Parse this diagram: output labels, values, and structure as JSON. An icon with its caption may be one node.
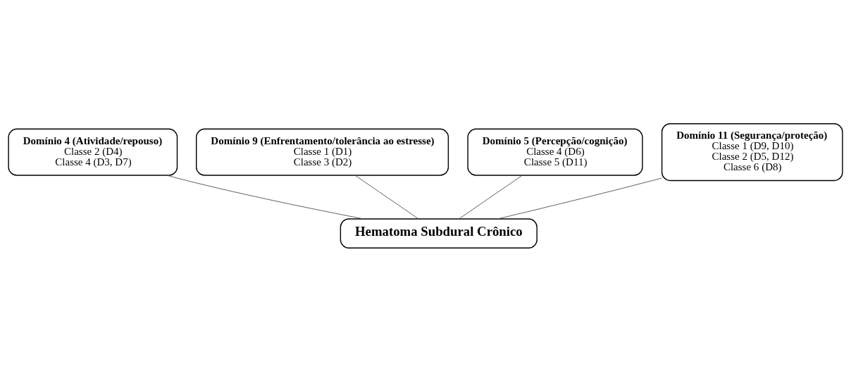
{
  "diagram": {
    "nodes": [
      {
        "text": [
          "Domínio 4 (Atividade/repouso)",
          "Classe 2 (D4)",
          "Classe 4 (D3, D7)"
        ]
      },
      {
        "text": [
          "Domínio 9 (Enfrentamento/tolerância ao estresse)",
          "Classe 1 (D1)",
          "Classe 3 (D2)"
        ]
      },
      {
        "text": [
          "Domínio 5 (Percepção/cognição)",
          "Classe 4 (D6)",
          "Classe 5 (D11)"
        ]
      },
      {
        "text": [
          "Domínio 11 (Segurança/proteção)",
          "Classe 1 (D9, D10)",
          "Classe 2 (D5, D12)",
          "Classe 6 (D8)"
        ]
      },
      {
        "text": [
          "Hematoma Subdural Crônico"
        ]
      }
    ],
    "edges": [
      {
        "from": 0,
        "to": 4,
        "arrow": "none"
      },
      {
        "from": 1,
        "to": 4,
        "arrow": "none"
      },
      {
        "from": 2,
        "to": 4,
        "arrow": "none"
      },
      {
        "from": 3,
        "to": 4,
        "arrow": "none"
      }
    ]
  }
}
